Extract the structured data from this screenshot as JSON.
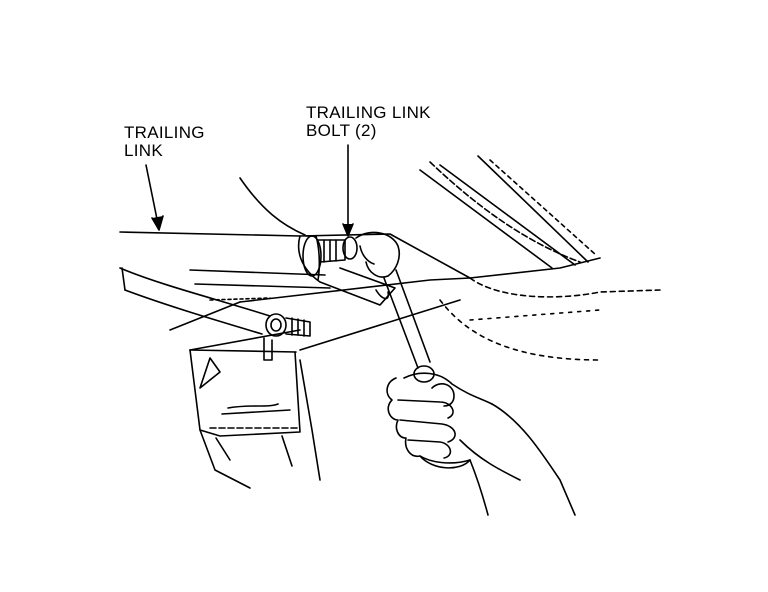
{
  "callouts": {
    "trailing_link": {
      "line1": "TRAILING",
      "line2": "LINK"
    },
    "trailing_link_bolt": {
      "line1": "TRAILING LINK",
      "line2": "BOLT (2)"
    }
  },
  "colors": {
    "ink": "#000000",
    "paper": "#ffffff"
  }
}
